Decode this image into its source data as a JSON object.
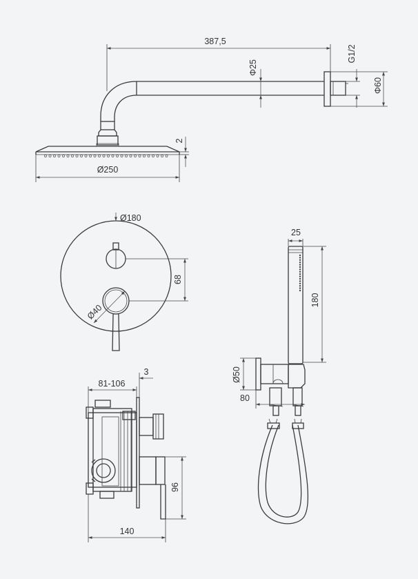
{
  "labels": {
    "arm_length": "387,5",
    "arm_diameter": "Φ25",
    "thread": "G1/2",
    "flange_diameter": "Φ60",
    "head_thickness": "2",
    "head_diameter": "Ø250",
    "plate_diameter": "Ø180",
    "knob_spacing": "68",
    "lever_diameter": "Ø40",
    "hand_shower_diameter": "25",
    "hand_shower_length": "180",
    "wall_outlet_diameter": "Ø50",
    "wall_outlet_depth": "80",
    "body_depth_range": "81-106",
    "plate_thickness": "3",
    "body_height": "96",
    "body_width": "140"
  }
}
